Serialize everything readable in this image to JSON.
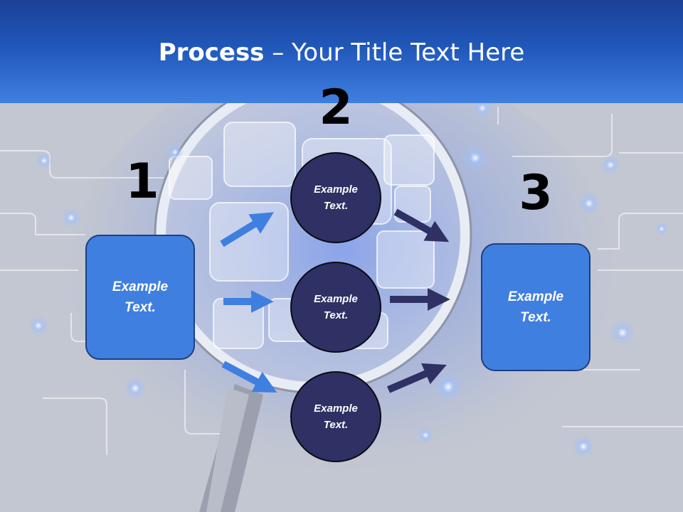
{
  "slide": {
    "title_bold": "Process",
    "title_rest": " – Your Title Text Here"
  },
  "steps": {
    "one": "1",
    "two": "2",
    "three": "3"
  },
  "left_box": {
    "label": "Example\nText."
  },
  "right_box": {
    "label": "Example\nText."
  },
  "circles": [
    {
      "label": "Example\nText."
    },
    {
      "label": "Example\nText."
    },
    {
      "label": "Example\nText."
    }
  ],
  "colors": {
    "title_bar": "#2057b9",
    "box_fill": "#3f7fe0",
    "circle_fill": "#2f3164",
    "arrow_blue": "#3f7fe0",
    "arrow_dark": "#2f3164"
  }
}
